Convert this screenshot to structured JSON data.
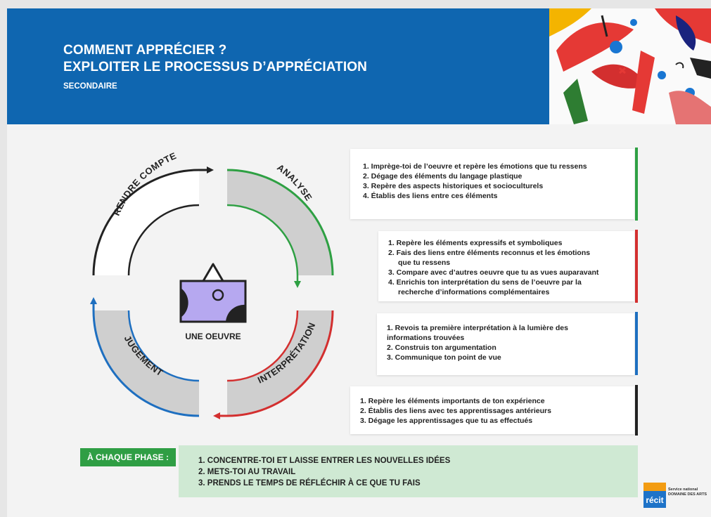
{
  "header": {
    "title_line1": "COMMENT APPRÉCIER ?",
    "title_line2": "EXPLOITER LE PROCESSUS D’APPRÉCIATION",
    "subtitle": "SECONDAIRE"
  },
  "cycle": {
    "center_label": "UNE OEUVRE",
    "phases": [
      {
        "label": "ANALYSE",
        "color": "#2ea043"
      },
      {
        "label": "INTERPRÉTATION",
        "color": "#d32f2f"
      },
      {
        "label": "JUGEMENT",
        "color": "#1e6fc0"
      },
      {
        "label": "RENDRE COMPTE",
        "color": "#222222"
      }
    ]
  },
  "boxes": [
    {
      "color": "#2ea043",
      "items": [
        "1. Imprège-toi de l’oeuvre et repère les émotions que tu ressens",
        "2. Dégage des éléments du langage plastique",
        "3. Repère des aspects historiques et socioculturels",
        "4.  Établis des liens entre ces éléments"
      ]
    },
    {
      "color": "#d32f2f",
      "items": [
        "1. Repère les éléments expressifs et symboliques",
        "2. Fais des liens entre éléments reconnus et les émotions",
        "que tu ressens",
        "3. Compare avec d’autres oeuvre que tu as vues auparavant",
        "4. Enrichis ton interprétation du sens de l’oeuvre par la",
        "recherche d’informations complémentaires"
      ]
    },
    {
      "color": "#1e6fc0",
      "items": [
        "1. Revois ta première interprétation à la lumière des",
        "informations trouvées",
        "2. Construis ton argumentation",
        "3. Communique ton point de vue"
      ]
    },
    {
      "color": "#222222",
      "items": [
        "1. Repère les éléments importants de ton expérience",
        "2. Établis des liens avec tes apprentissages antérieurs",
        "3. Dégage les apprentissages que tu as effectués"
      ]
    }
  ],
  "each_phase": {
    "label": "À CHAQUE PHASE :",
    "items": [
      "1. CONCENTRE-TOI ET LAISSE ENTRER LES NOUVELLES IDÉES",
      "2. METS-TOI AU TRAVAIL",
      "3. PRENDS LE TEMPS DE RÉFLÉCHIR À CE QUE TU FAIS"
    ]
  },
  "logo": {
    "mark": "récit",
    "line1": "Service national",
    "line2": "DOMAINE DES ARTS"
  }
}
